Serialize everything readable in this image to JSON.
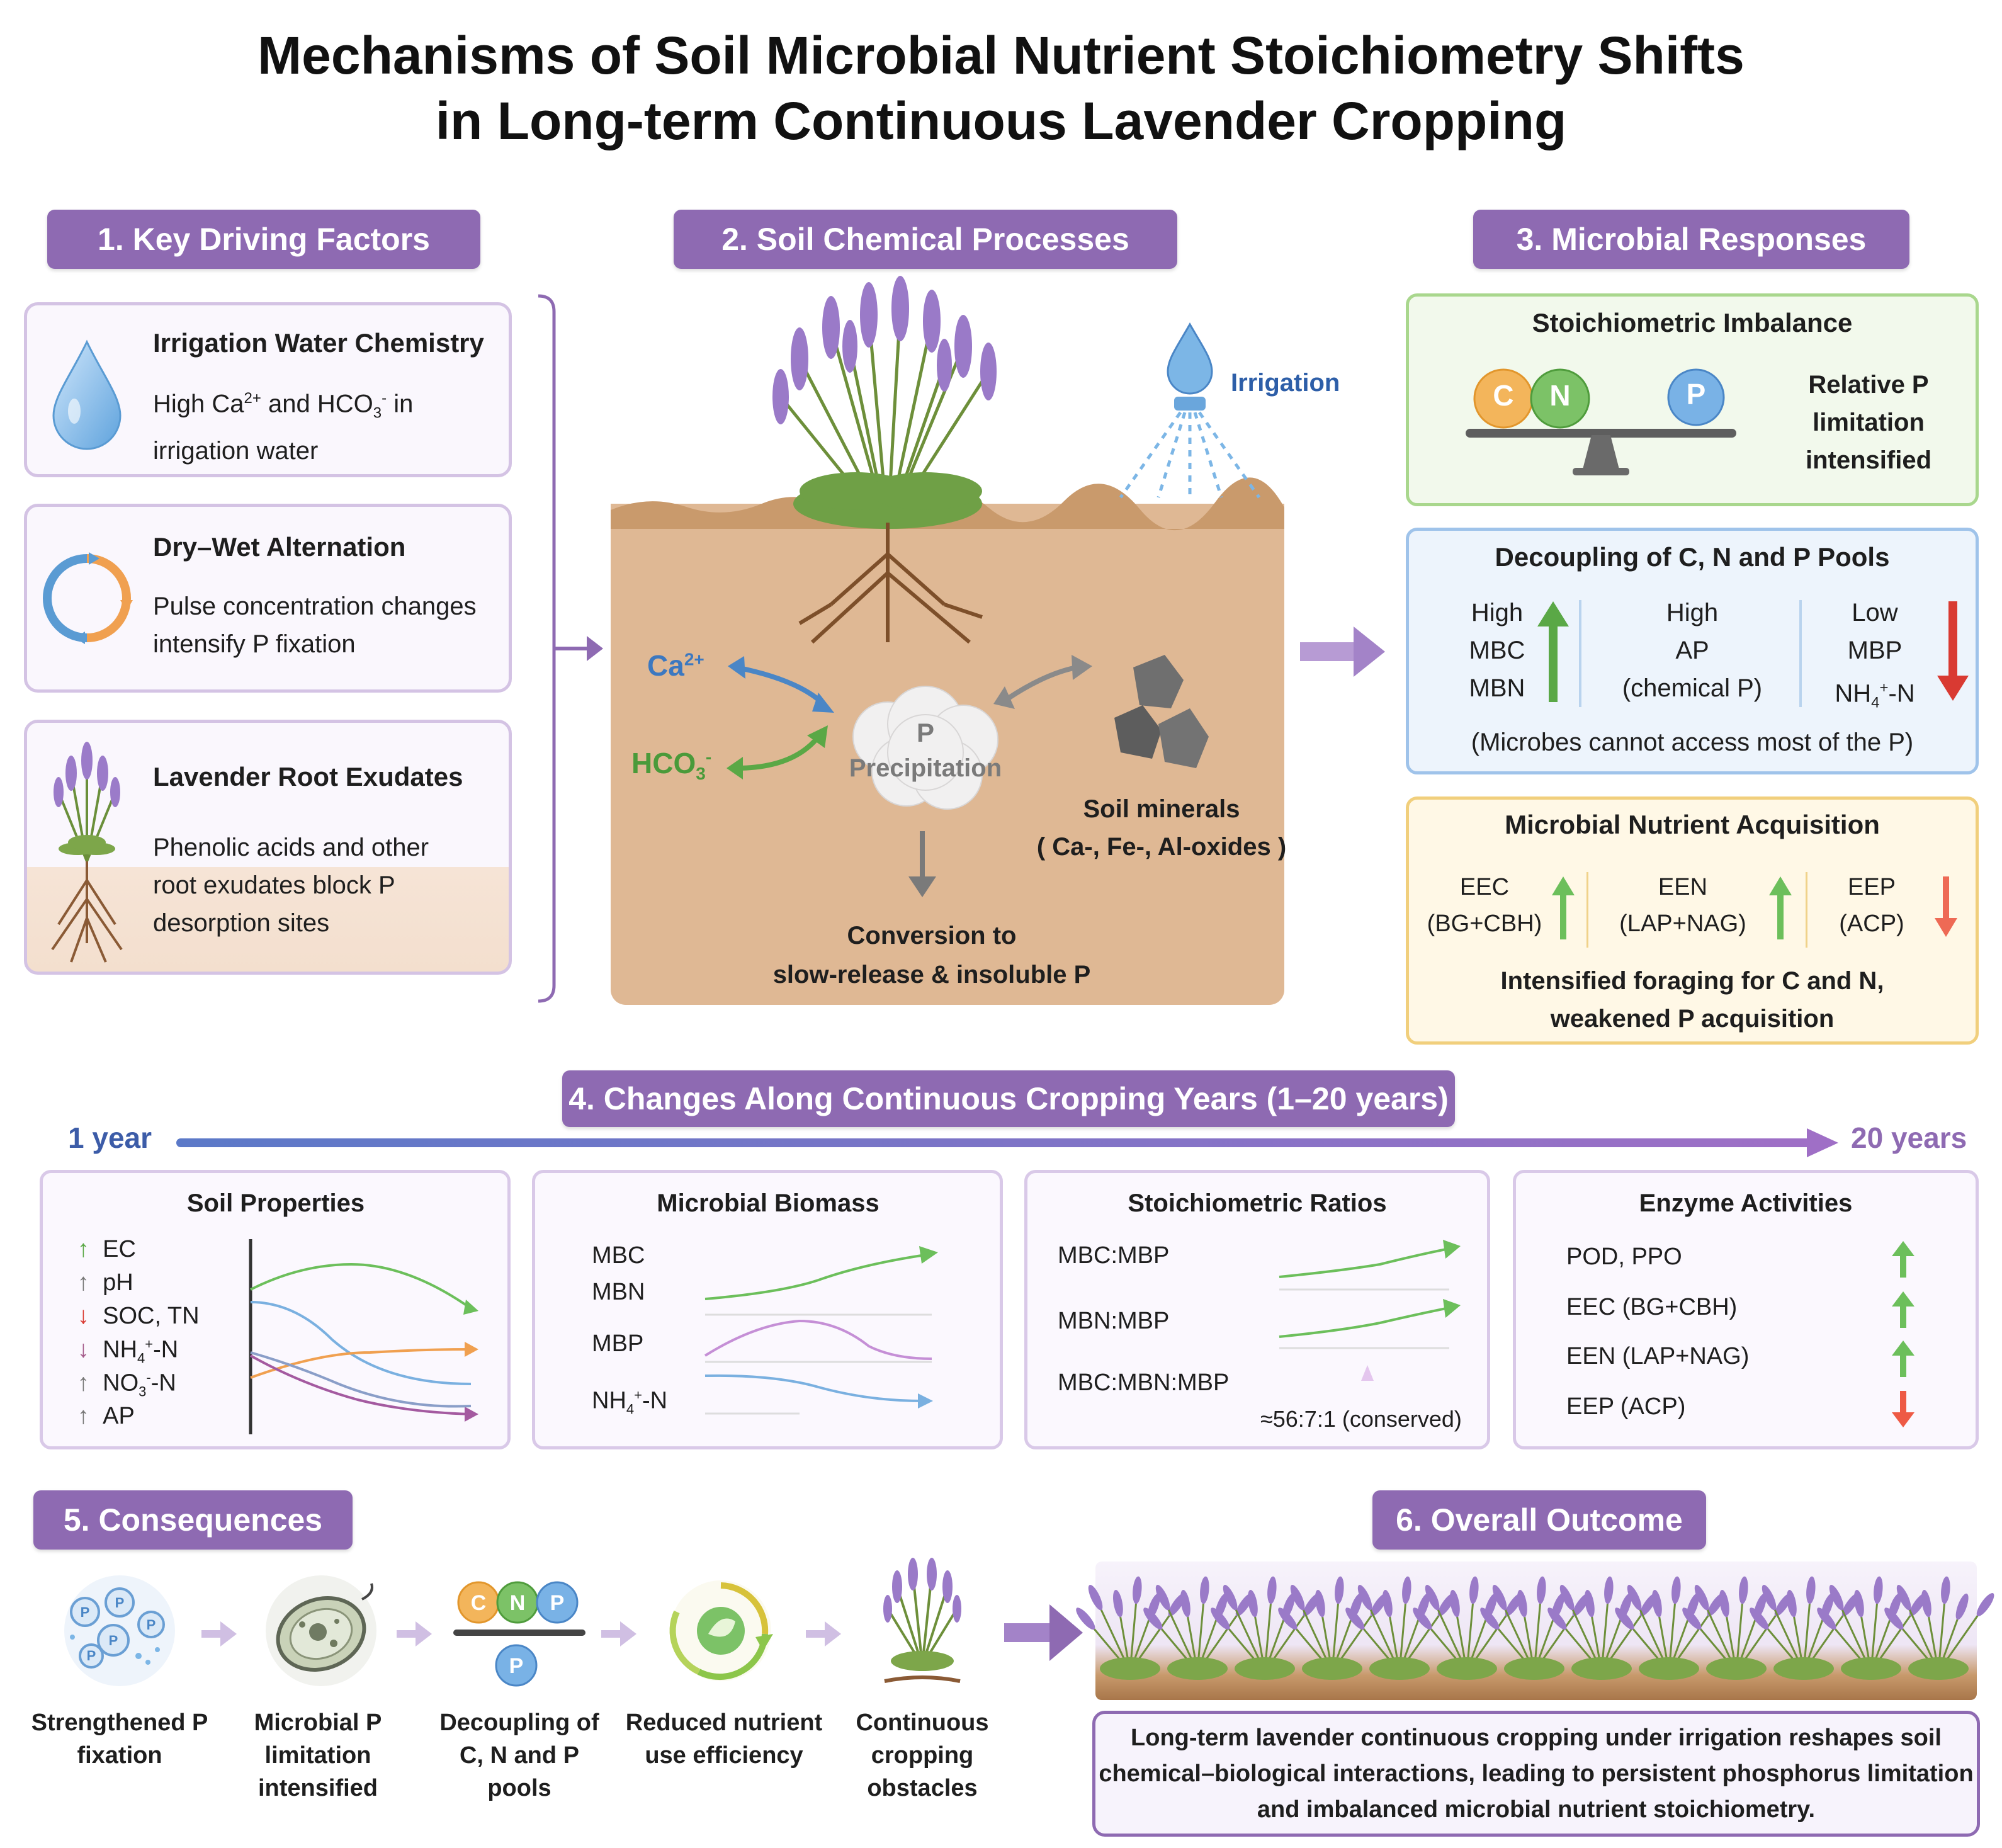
{
  "title": {
    "line1": "Mechanisms of Soil Microbial Nutrient Stoichiometry Shifts",
    "line2": "in Long-term Continuous Lavender Cropping"
  },
  "sections": {
    "s1": "1. Key Driving Factors",
    "s2": "2. Soil Chemical Processes",
    "s3": "3. Microbial Responses",
    "s4": "4. Changes Along Continuous Cropping Years (1–20 years)",
    "s5": "5. Consequences",
    "s6": "6. Overall Outcome"
  },
  "drivers": [
    {
      "title": "Irrigation Water Chemistry",
      "line1_pre": "High Ca",
      "line1_sup": "2+",
      "line1_mid": " and HCO",
      "line1_sub": "3",
      "line1_sup2": "-",
      "line1_post": " in",
      "line2": "irrigation water",
      "icon": "water-drop-icon"
    },
    {
      "title": "Dry–Wet Alternation",
      "line1": "Pulse concentration changes",
      "line2": "intensify P fixation",
      "icon": "cycle-arrows-icon"
    },
    {
      "title": "Lavender Root Exudates",
      "line1": "Phenolic acids and other",
      "line2": "root exudates block P",
      "line3": "desorption sites",
      "icon": "lavender-root-icon"
    }
  ],
  "chem": {
    "irrigation": "Irrigation",
    "ca": "Ca",
    "ca_sup": "2+",
    "hco": "HCO",
    "hco_sub": "3",
    "hco_sup": "-",
    "precip_p": "P",
    "precip": "Precipitation",
    "minerals1": "Soil minerals",
    "minerals2": "( Ca-, Fe-, Al-oxides )",
    "conv1": "Conversion to",
    "conv2": "slow-release & insoluble P"
  },
  "responses": {
    "imbalance": {
      "title": "Stoichiometric Imbalance",
      "c": "C",
      "n": "N",
      "p": "P",
      "l1": "Relative P",
      "l2": "limitation",
      "l3": "intensified"
    },
    "decoupling": {
      "title": "Decoupling of C, N and P Pools",
      "col1": [
        "High",
        "MBC",
        "MBN"
      ],
      "col2": [
        "High",
        "AP",
        "(chemical P)"
      ],
      "col3_1": "Low",
      "col3_2": "MBP",
      "col3_3": "NH",
      "col3_3_sub": "4",
      "col3_3_sup": "+",
      "col3_3_post": "-N",
      "note": "(Microbes cannot access most of the P)"
    },
    "acquisition": {
      "title": "Microbial Nutrient Acquisition",
      "eec": "EEC",
      "eec2": "(BG+CBH)",
      "een": "EEN",
      "een2": "(LAP+NAG)",
      "eep": "EEP",
      "eep2": "(ACP)",
      "note1": "Intensified foraging for C and N,",
      "note2": "weakened P acquisition"
    }
  },
  "timeline": {
    "start": "1 year",
    "end": "20 years"
  },
  "panels": {
    "soil": {
      "title": "Soil Properties",
      "rows": [
        {
          "dir": "up",
          "label": "EC"
        },
        {
          "dir": "up",
          "label": "pH"
        },
        {
          "dir": "down",
          "label": "SOC, TN"
        },
        {
          "dir": "down",
          "label": "NH",
          "sub": "4",
          "sup": "+",
          "post": "-N"
        },
        {
          "dir": "up",
          "label": "NO",
          "sub": "3",
          "sup": "-",
          "post": "-N"
        },
        {
          "dir": "up",
          "label": "AP"
        }
      ]
    },
    "biomass": {
      "title": "Microbial Biomass",
      "mbc": "MBC",
      "mbn": "MBN",
      "mbp": "MBP",
      "nh": "NH",
      "nh_sub": "4",
      "nh_sup": "+",
      "nh_post": "-N"
    },
    "ratios": {
      "title": "Stoichiometric Ratios",
      "r1": "MBC:MBP",
      "r2": "MBN:MBP",
      "r3": "MBC:MBN:MBP",
      "note": "≈56:7:1 (conserved)"
    },
    "enzymes": {
      "title": "Enzyme Activities",
      "rows": [
        {
          "label": "POD, PPO",
          "dir": "up"
        },
        {
          "label": "EEC (BG+CBH)",
          "dir": "up"
        },
        {
          "label": "EEN (LAP+NAG)",
          "dir": "up"
        },
        {
          "label": "EEP (ACP)",
          "dir": "down"
        }
      ]
    }
  },
  "consequences": [
    {
      "l1": "Strengthened P",
      "l2": "fixation",
      "icon": "p-particles-icon"
    },
    {
      "l1": "Microbial P",
      "l2": "limitation",
      "l3": "intensified",
      "icon": "microbe-cell-icon"
    },
    {
      "l1": "Decoupling of",
      "l2": "C, N and P",
      "l3": "pools",
      "icon": "cnp-balance-icon"
    },
    {
      "l1": "Reduced nutrient",
      "l2": "use efficiency",
      "icon": "recycle-leaf-icon"
    },
    {
      "l1": "Continuous",
      "l2": "cropping",
      "l3": "obstacles",
      "icon": "lavender-plant-icon"
    }
  ],
  "outcome": {
    "l1": "Long-term lavender continuous cropping under irrigation reshapes soil",
    "l2": "chemical–biological interactions, leading to persistent phosphorus limitation",
    "l3": "and imbalanced microbial nutrient stoichiometry."
  },
  "colors": {
    "purple": "#8e6ab2",
    "green": "#5aa846",
    "red": "#d93a32",
    "blue": "#4a86c6",
    "orange": "#f0a050",
    "soil": "#dfb894"
  }
}
